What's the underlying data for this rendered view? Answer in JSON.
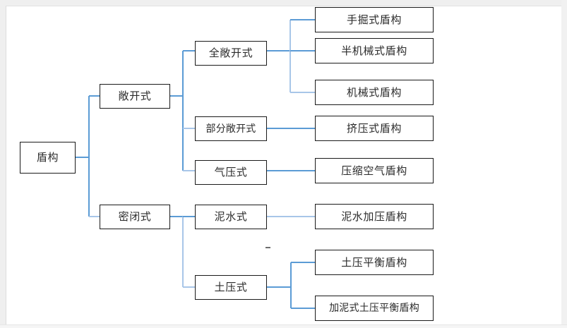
{
  "diagram": {
    "title_text": "",
    "root": {
      "label": "盾构"
    },
    "level2": [
      {
        "label": "敞开式"
      },
      {
        "label": "密闭式"
      }
    ],
    "level3": [
      {
        "label": "全敞开式"
      },
      {
        "label": "部分敞开式"
      },
      {
        "label": "气压式"
      },
      {
        "label": "泥水式"
      },
      {
        "label": "土压式"
      }
    ],
    "level4": [
      {
        "label": "手掘式盾构"
      },
      {
        "label": "半机械式盾构"
      },
      {
        "label": "机械式盾构"
      },
      {
        "label": "挤压式盾构"
      },
      {
        "label": "压缩空气盾构"
      },
      {
        "label": "泥水加压盾构"
      },
      {
        "label": "土压平衡盾构"
      },
      {
        "label": "加泥式土压平衡盾构"
      }
    ],
    "colors": {
      "connector": "#5b9bd5",
      "connector_light": "#a8c6e8",
      "box_border": "#1a1a1a",
      "box_fill": "#ffffff",
      "text": "#2b2b2b",
      "canvas": "#ffffff",
      "page_background": "#f1f1f1"
    }
  }
}
